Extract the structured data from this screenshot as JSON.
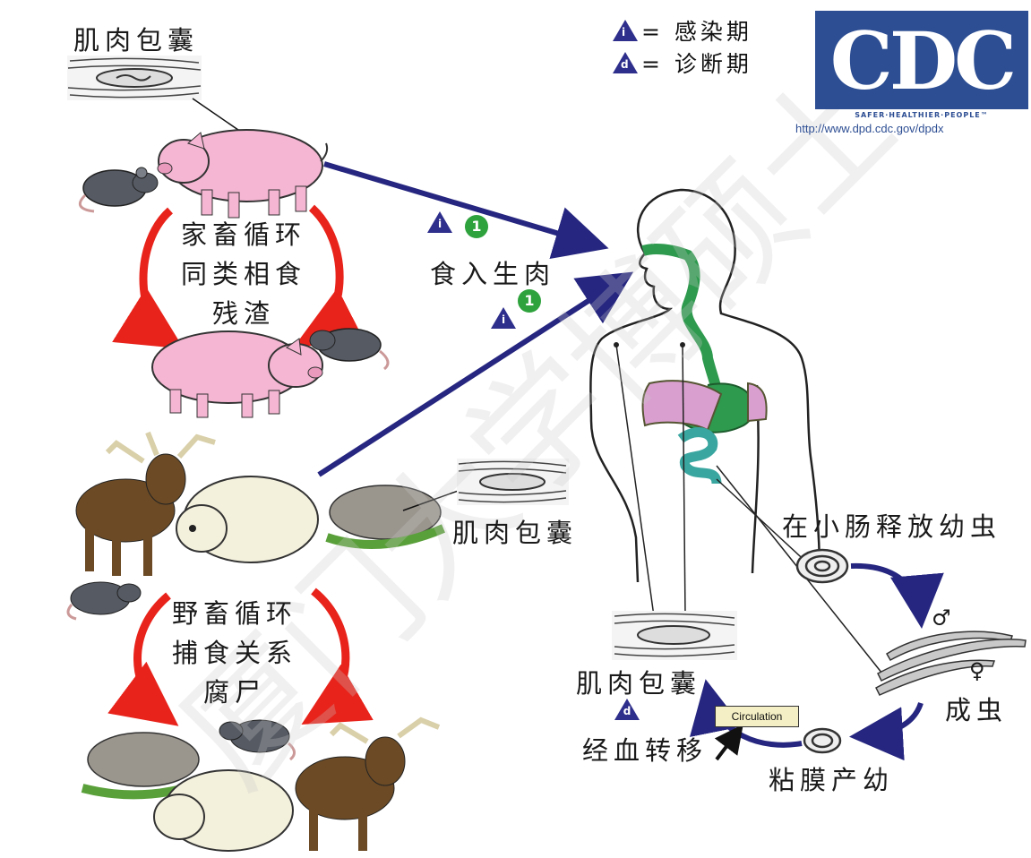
{
  "legend": {
    "infective_symbol": "i",
    "infective_text": "= 感染期",
    "diagnostic_symbol": "d",
    "diagnostic_text": "= 诊断期"
  },
  "logo": {
    "text": "CDC",
    "tagline": "SAFER·HEALTHIER·PEOPLE™",
    "url": "http://www.dpd.cdc.gov/dpdx"
  },
  "labels": {
    "muscle_cyst_top": "肌肉包囊",
    "domestic_cycle": [
      "家畜循环",
      "同类相食",
      "残渣"
    ],
    "eat_raw_meat": "食入生肉",
    "muscle_cyst_wild": "肌肉包囊",
    "sylvatic_cycle": [
      "野畜循环",
      "捕食关系",
      "腐尸"
    ],
    "release_larvae": "在小肠释放幼虫",
    "male_symbol": "♂",
    "female_symbol": "♀",
    "adult_worm": "成虫",
    "muscle_cyst_human": "肌肉包囊",
    "circulation": "Circulation",
    "blood_migration": "经血转移",
    "mucosa_larva": "粘膜产幼"
  },
  "markers": {
    "stage_number": "1",
    "infective": "i",
    "diagnostic": "d"
  },
  "watermark": "厦门大学博硕士",
  "colors": {
    "cycle_arrow": "#e8231b",
    "transmission_arrow": "#262680",
    "digestive_tract": "#2e9a4e",
    "intestine": "#3aa6a0",
    "liver": "#d9a0cf",
    "pig": "#f4b6d2",
    "rat": "#555a63",
    "moose": "#6b4a25",
    "bear": "#f3f0dc",
    "cdc_blue": "#2d4e93"
  }
}
